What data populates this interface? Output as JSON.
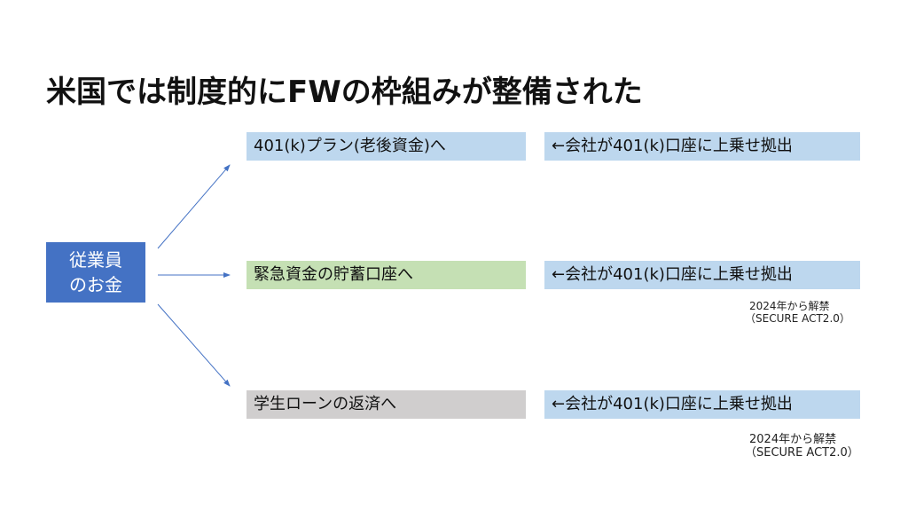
{
  "title": "米国では制度的にFWの枠組みが整備された",
  "source": {
    "line1": "従業員",
    "line2": "のお金",
    "color": "#4472c4"
  },
  "rows": [
    {
      "dest": "401(k)プラン(老後資金)へ",
      "dest_color": "#bdd7ee",
      "note": "←会社が401(k)口座に上乗せ拠出"
    },
    {
      "dest": "緊急資金の貯蓄口座へ",
      "dest_color": "#c5e0b4",
      "note": "←会社が401(k)口座に上乗せ拠出",
      "sub1": "2024年から解禁",
      "sub2": "（SECURE ACT2.0）"
    },
    {
      "dest": "学生ローンの返済へ",
      "dest_color": "#d0cece",
      "note": "←会社が401(k)口座に上乗せ拠出",
      "sub1": "2024年から解禁",
      "sub2": "（SECURE ACT2.0）"
    }
  ]
}
